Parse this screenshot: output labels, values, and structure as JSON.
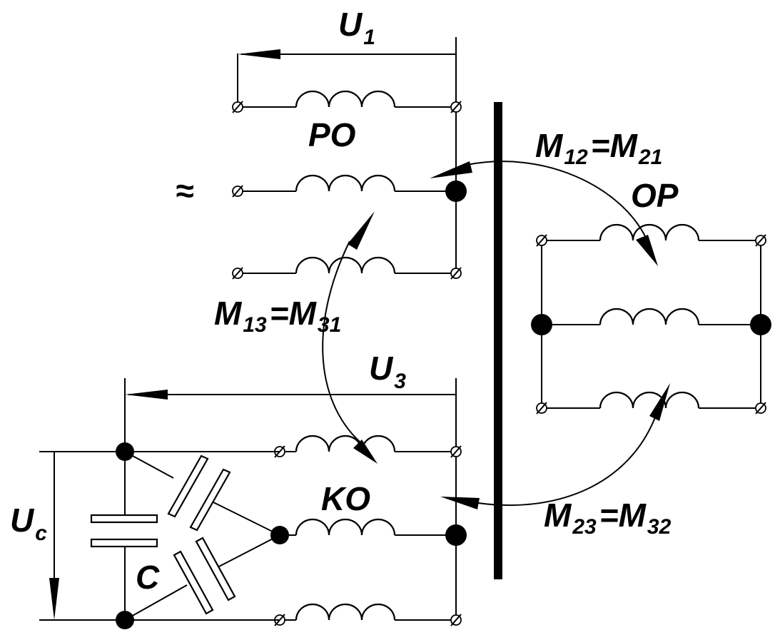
{
  "labels": {
    "u1": "U",
    "u1_sub": "1",
    "u3": "U",
    "u3_sub": "3",
    "uc": "U",
    "uc_sub": "c",
    "po": "PO",
    "op": "OP",
    "ko": "KO",
    "c": "C",
    "approx": "≈",
    "m12": "M",
    "m12_sub": "12",
    "m21": "=M",
    "m21_sub": "21",
    "m13": "M",
    "m13_sub": "13",
    "m31": "=M",
    "m31_sub": "31",
    "m23": "M",
    "m23_sub": "23",
    "m32": "=M",
    "m32_sub": "32"
  }
}
